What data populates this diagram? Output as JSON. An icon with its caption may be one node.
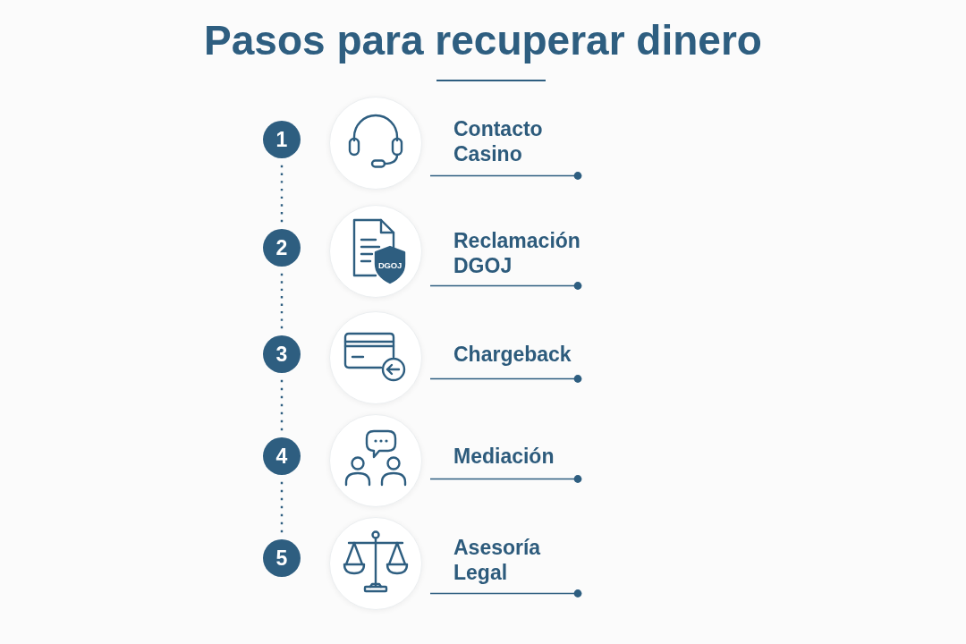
{
  "diagram": {
    "title": "Pasos para recuperar dinero",
    "nodes": [
      {
        "text": [
          "1"
        ]
      },
      {
        "text": [],
        "shape": "picture",
        "beside": [
          "Contacto Casino"
        ]
      },
      {
        "text": [
          "2"
        ]
      },
      {
        "text": [
          "DGOJ"
        ],
        "beside": [
          "Reclamación DGOJ"
        ]
      },
      {
        "text": [
          "3"
        ]
      },
      {
        "text": [],
        "shape": "picture",
        "beside": [
          "Chargeback"
        ]
      },
      {
        "text": [
          "4"
        ]
      },
      {
        "text": [],
        "shape": "picture",
        "beside": [
          "Mediación"
        ]
      },
      {
        "text": [
          "5"
        ]
      },
      {
        "text": [],
        "shape": "picture",
        "beside": [
          "Asesoría Legal"
        ]
      }
    ],
    "edges": [
      {
        "from": 0,
        "to": 2,
        "arrow": "none",
        "style": "dashed"
      },
      {
        "from": 2,
        "to": 4,
        "arrow": "none",
        "style": "dashed"
      },
      {
        "from": 4,
        "to": 6,
        "arrow": "none",
        "style": "dashed"
      },
      {
        "from": 6,
        "to": 8,
        "arrow": "none",
        "style": "dashed"
      }
    ]
  }
}
